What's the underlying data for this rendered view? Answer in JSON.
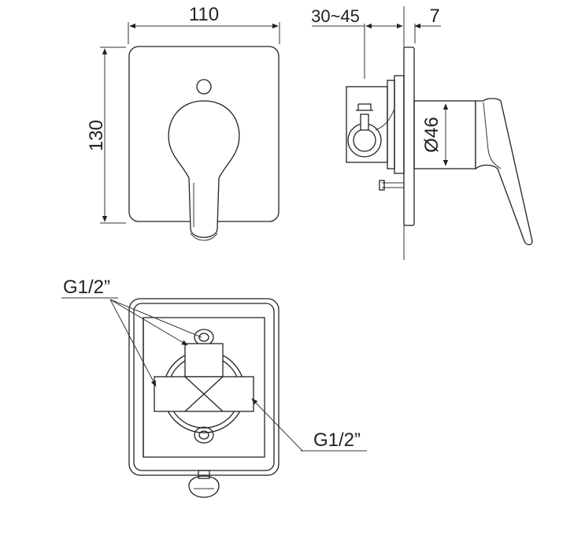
{
  "dimensions": {
    "front_width": "110",
    "front_height": "130",
    "side_depth_range": "30~45",
    "side_plate_thickness": "7",
    "side_diameter": "Ø46"
  },
  "ports": {
    "top_label": "G1/2”",
    "bottom_label": "G1/2”"
  },
  "colors": {
    "line": "#222222",
    "background": "#ffffff"
  }
}
